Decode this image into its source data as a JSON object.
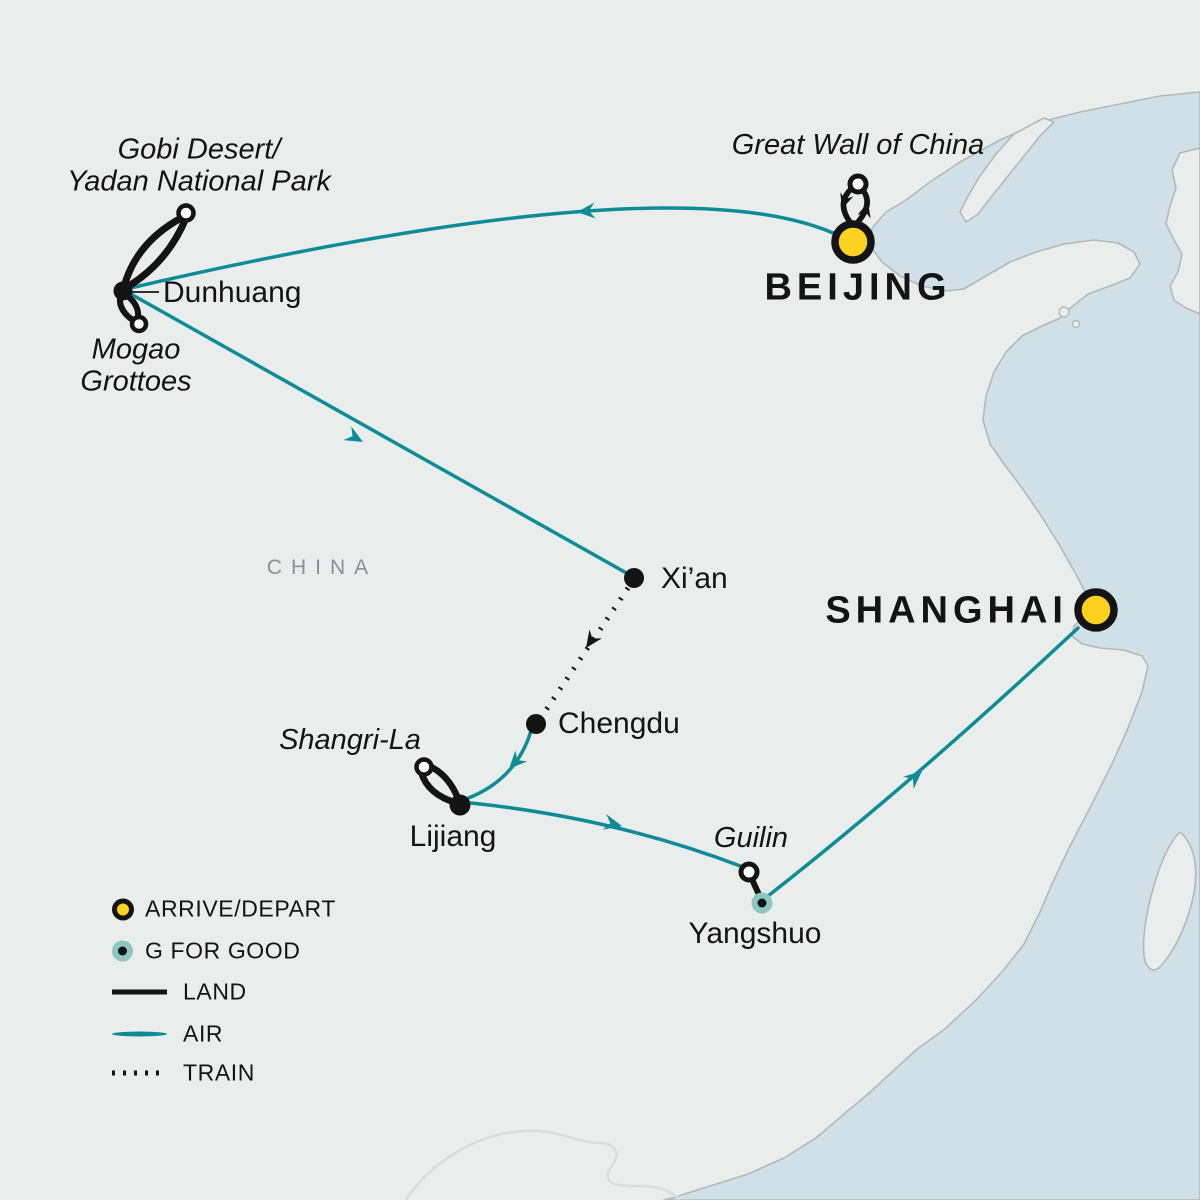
{
  "map": {
    "region_label": "CHINA",
    "colors": {
      "land": "#e9edec",
      "sea": "#cfe0e8",
      "coastline": "#b4b9b8",
      "inner_border": "#d8dcdb",
      "air_route": "#0d8c97",
      "land_route": "#141414",
      "train_route": "#141414",
      "arrive_depart": "#fcd21f",
      "g_for_good": "#8cc7c1",
      "region_text": "#8a9095",
      "label_text": "#141414"
    }
  },
  "labels": {
    "beijing": "BEIJING",
    "shanghai": "SHANGHAI",
    "great_wall": "Great Wall of China",
    "gobi": "Gobi Desert/\nYadan National Park",
    "mogao": "Mogao\nGrottoes",
    "dunhuang": "Dunhuang",
    "xian": "Xi’an",
    "chengdu": "Chengdu",
    "shangri_la": "Shangri-La",
    "lijiang": "Lijiang",
    "guilin": "Guilin",
    "yangshuo": "Yangshuo",
    "region": "CHINA"
  },
  "routes": [
    {
      "from": "Beijing",
      "to": "Dunhuang",
      "mode": "air"
    },
    {
      "from": "Dunhuang",
      "to": "Xi’an",
      "mode": "air"
    },
    {
      "from": "Xi’an",
      "to": "Chengdu",
      "mode": "train"
    },
    {
      "from": "Chengdu",
      "to": "Lijiang",
      "mode": "air"
    },
    {
      "from": "Lijiang",
      "to": "Guilin",
      "mode": "air"
    },
    {
      "from": "Guilin",
      "to": "Yangshuo",
      "mode": "land"
    },
    {
      "from": "Yangshuo",
      "to": "Shanghai",
      "mode": "air"
    },
    {
      "from": "Beijing",
      "to": "Great Wall of China",
      "mode": "land",
      "round_trip": true
    },
    {
      "from": "Dunhuang",
      "to": "Gobi Desert/Yadan National Park",
      "mode": "land",
      "round_trip": true
    },
    {
      "from": "Dunhuang",
      "to": "Mogao Grottoes",
      "mode": "land",
      "round_trip": true
    },
    {
      "from": "Lijiang",
      "to": "Shangri-La",
      "mode": "land",
      "round_trip": true
    }
  ],
  "legend": {
    "items": [
      {
        "marker": "arrive-depart",
        "label": "ARRIVE/DEPART"
      },
      {
        "marker": "g-for-good",
        "label": "G FOR GOOD"
      },
      {
        "marker": "land-line",
        "label": "LAND"
      },
      {
        "marker": "air-line",
        "label": "AIR"
      },
      {
        "marker": "train-line",
        "label": "TRAIN"
      }
    ]
  }
}
